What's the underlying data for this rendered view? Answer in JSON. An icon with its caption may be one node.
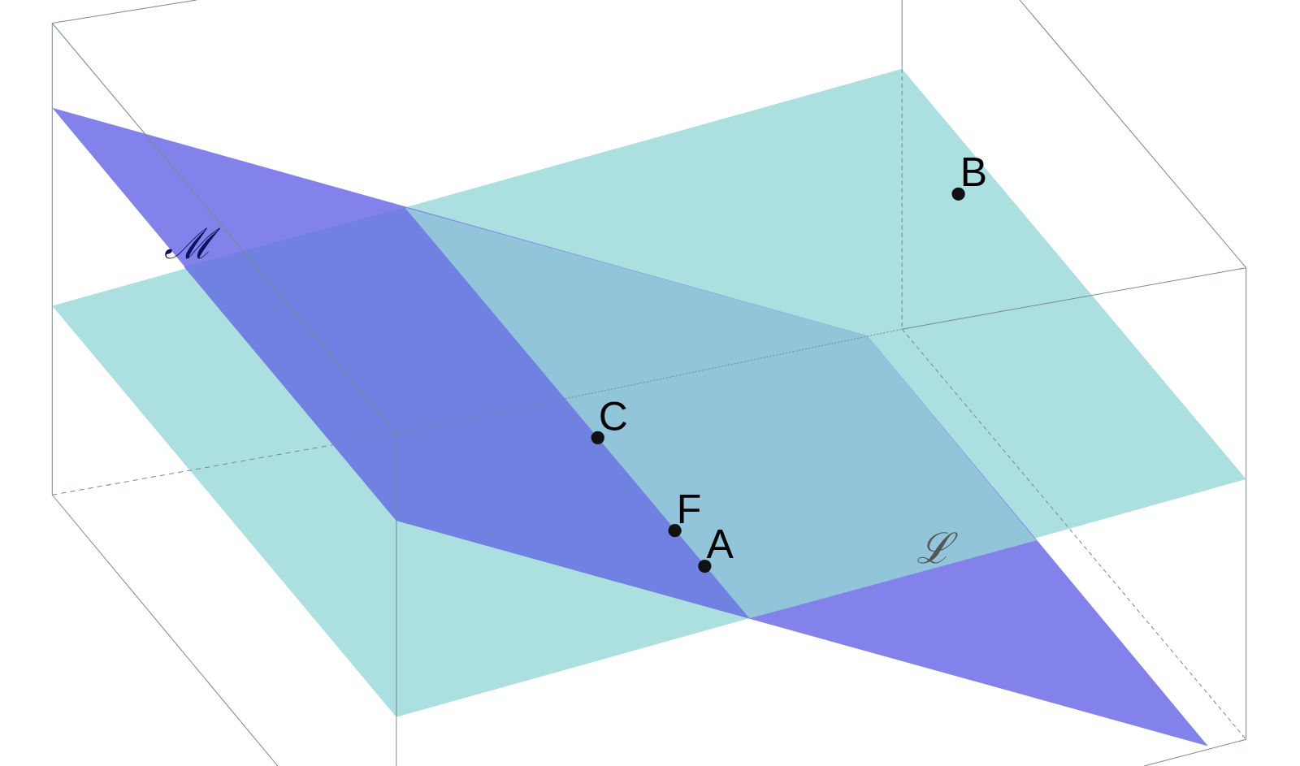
{
  "diagram": {
    "labels": [
      "B",
      "ℳ",
      "C",
      "F",
      "A",
      "ℒ"
    ]
  }
}
